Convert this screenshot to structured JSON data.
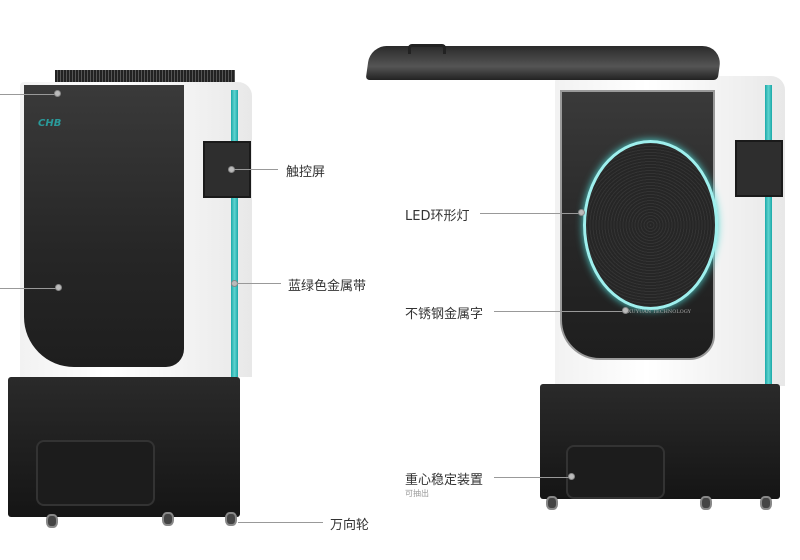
{
  "left_unit": {
    "logo_text": "CHB",
    "labels": {
      "touch_screen": "触控屏",
      "teal_strip": "蓝绿色金属带",
      "caster": "万向轮"
    }
  },
  "right_unit": {
    "engraving_text": "XUYUAN TECHNOLOGY",
    "labels": {
      "led_ring": "LED环形灯",
      "steel_lettering": "不锈钢金属字",
      "stabilizer": "重心稳定装置",
      "stabilizer_note": "可抽出"
    }
  },
  "colors": {
    "accent_teal": "#2bbdb9",
    "panel_black": "#262626"
  }
}
